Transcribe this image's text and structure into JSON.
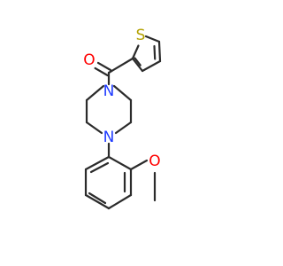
{
  "molecule": {
    "atoms": {
      "oxygen_carbonyl": "O",
      "sulfur_thiophene": "S",
      "nitrogen_top": "N",
      "nitrogen_bottom": "N",
      "oxygen_methoxy": "O"
    },
    "colors": {
      "bond": "#2b2b2b",
      "oxygen": "#ff0000",
      "sulfur": "#b3a100",
      "nitrogen": "#1f3bff"
    }
  }
}
